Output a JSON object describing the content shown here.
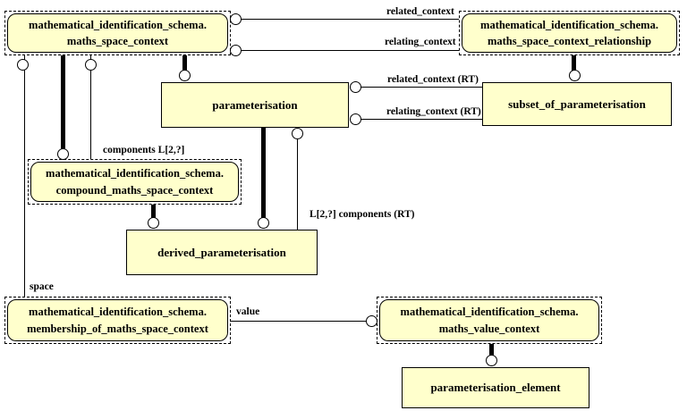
{
  "diagram": {
    "type": "express-g-schema-diagram",
    "colors": {
      "background": "#FFFFFF",
      "box_fill": "#FFFFCC",
      "line": "#000000"
    },
    "boxes": {
      "maths_space_context": {
        "line1": "mathematical_identification_schema.",
        "line2": "maths_space_context"
      },
      "maths_space_context_relationship": {
        "line1": "mathematical_identification_schema.",
        "line2": "maths_space_context_relationship"
      },
      "parameterisation": {
        "label": "parameterisation"
      },
      "subset_of_parameterisation": {
        "label": "subset_of_parameterisation"
      },
      "compound_maths_space_context": {
        "line1": "mathematical_identification_schema.",
        "line2": "compound_maths_space_context"
      },
      "derived_parameterisation": {
        "label": "derived_parameterisation"
      },
      "membership_of_maths_space_context": {
        "line1": "mathematical_identification_schema.",
        "line2": "membership_of_maths_space_context"
      },
      "maths_value_context": {
        "line1": "mathematical_identification_schema.",
        "line2": "maths_value_context"
      },
      "parameterisation_element": {
        "label": "parameterisation_element"
      }
    },
    "edge_labels": {
      "related_context": "related_context",
      "relating_context": "relating_context",
      "related_context_rt": "related_context (RT)",
      "relating_context_rt": "relating_context (RT)",
      "components": "components L[2,?]",
      "components_rt": "L[2,?] components (RT)",
      "space": "space",
      "value": "value"
    }
  }
}
